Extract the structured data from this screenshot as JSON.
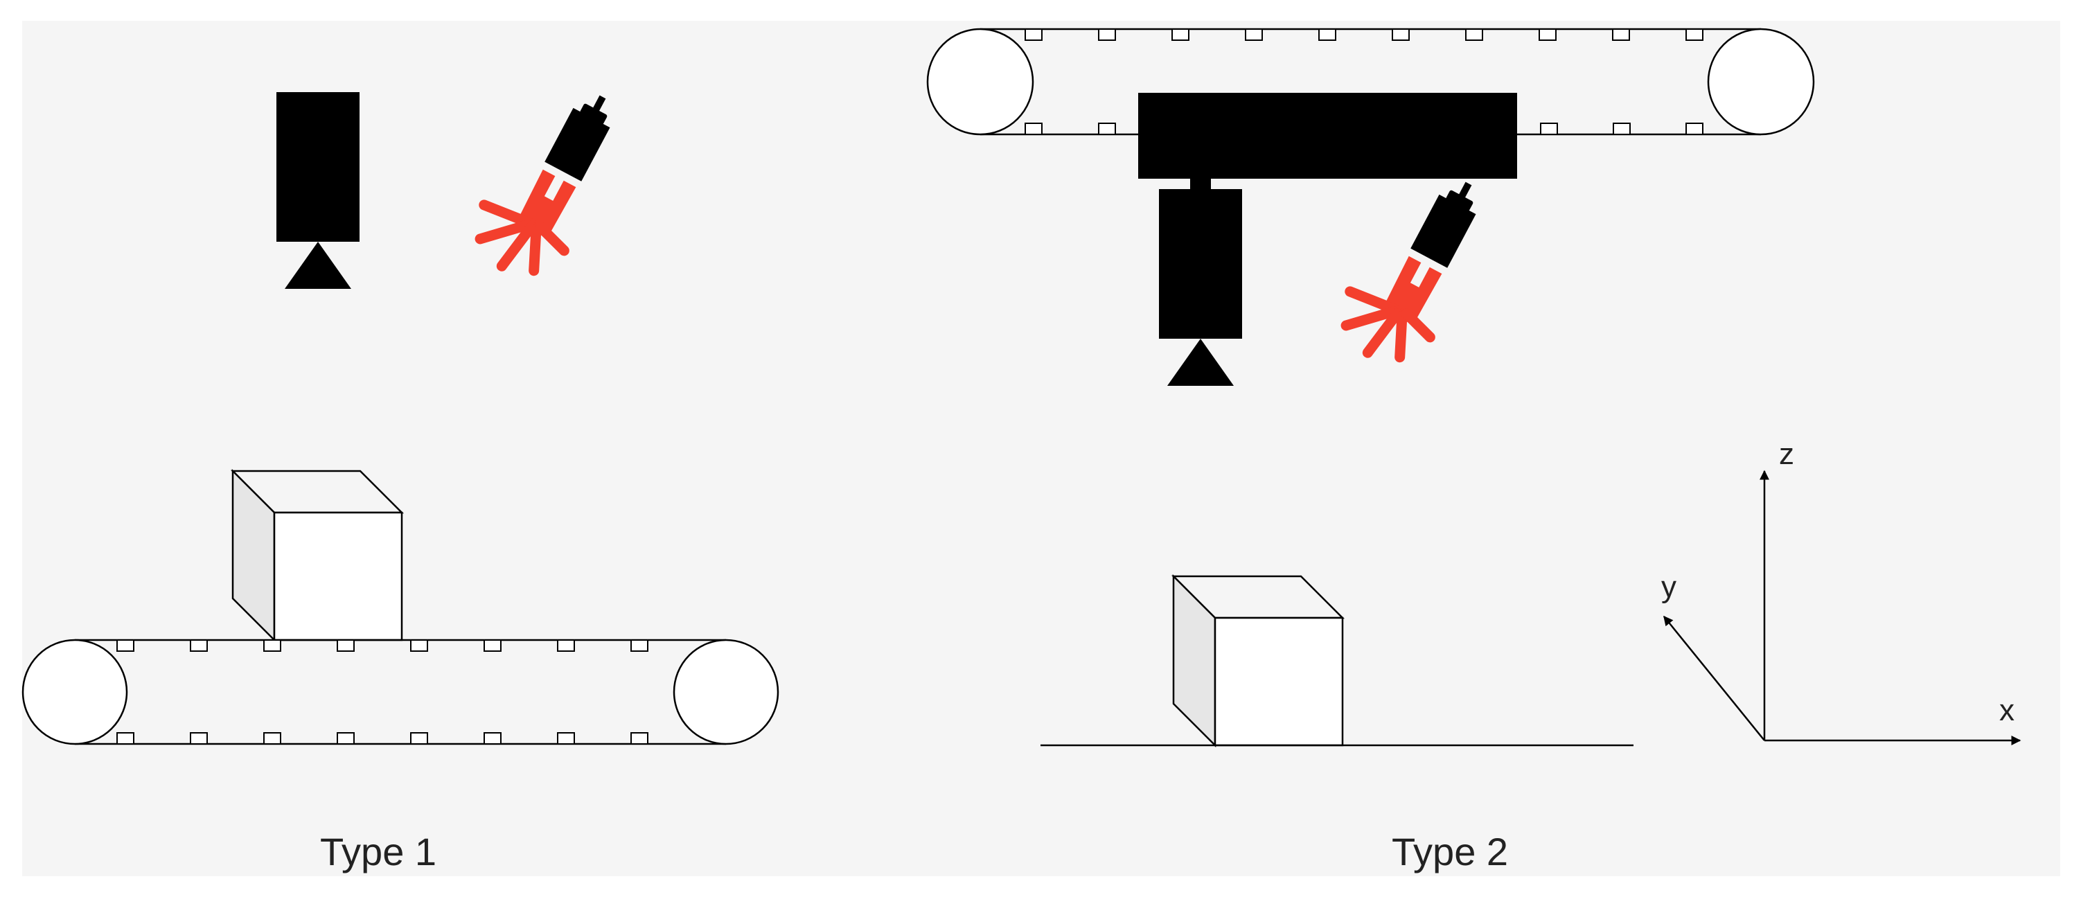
{
  "labels": {
    "type1": "Type 1",
    "type2": "Type 2"
  },
  "axes": {
    "x": "x",
    "y": "y",
    "z": "z"
  },
  "colors": {
    "panel_bg": "#f5f5f5",
    "ink": "#000000",
    "laser": "#f33f2d",
    "box_face": "#ffffff",
    "box_side": "#e6e6e6",
    "roller": "#ffffff"
  }
}
